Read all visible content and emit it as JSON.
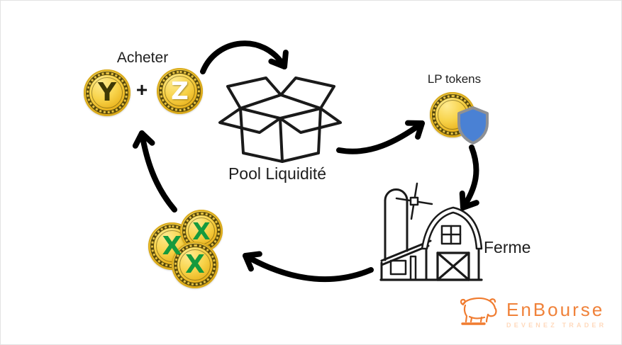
{
  "diagram": {
    "acheter_label": "Acheter",
    "plus_sign": "+",
    "coin_y_letter": "Y",
    "coin_z_letter": "Z",
    "coin_x_letter": "X",
    "pool_label": "Pool Liquidité",
    "lp_tokens_label": "LP tokens",
    "ferme_label": "Ferme"
  },
  "flow": {
    "steps": [
      "Acheter Y + Z",
      "Pool Liquidité",
      "LP tokens",
      "Ferme",
      "X coins"
    ]
  },
  "brand": {
    "name": "EnBourse",
    "tagline": "DEVENEZ TRADER",
    "name_color": "#F0823A",
    "tagline_color": "#FFD9BC"
  },
  "colors": {
    "background": "#FFFFFF",
    "arrow": "#000000",
    "text": "#1E1E1E",
    "coin_gold": "#F8D44C",
    "coin_ring": "#57490D",
    "letter_y": "#3E3806",
    "letter_z": "#FFFFFF",
    "letter_x": "#169A3E",
    "shield_fill": "#4A81D4",
    "shield_border": "#8E9094",
    "line_icon": "#1A1A1A"
  }
}
